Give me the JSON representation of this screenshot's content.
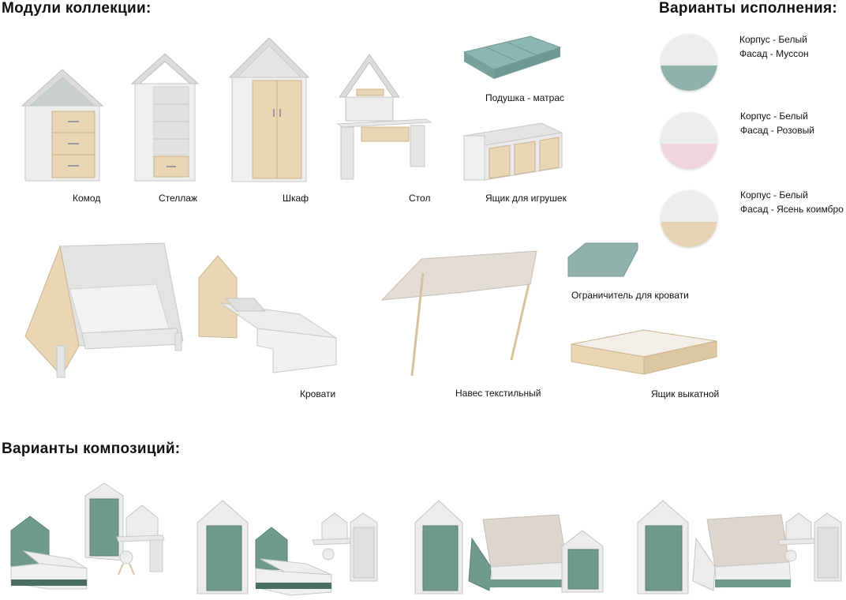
{
  "headings": {
    "modules": "Модули коллекции:",
    "variants": "Варианты исполнения:",
    "compositions": "Варианты композиций:"
  },
  "modules": {
    "komod": "Комод",
    "stellazh": "Стеллаж",
    "shkaf": "Шкаф",
    "stol": "Стол",
    "podushka": "Подушка - матрас",
    "yashchik_igrushki": "Ящик для игрушек",
    "krovati": "Кровати",
    "naves": "Навес текстильный",
    "ogranichitel": "Ограничитель для кровати",
    "yashchik_vykatnoy": "Ящик выкатной"
  },
  "variants": [
    {
      "line1": "Корпус - Белый",
      "line2": "Фасад - Муссон",
      "color": "#8fb3aa"
    },
    {
      "line1": "Корпус - Белый",
      "line2": "Фасад - Розовый",
      "color": "#f0d6dc"
    },
    {
      "line1": "Корпус - Белый",
      "line2": "Фасад - Ясень коимбро",
      "color": "#e6d4b4"
    }
  ],
  "colors": {
    "white_body": "#ececec",
    "mint": "#6f9a8e",
    "wood": "#e4d2b1",
    "fabric": "#d9d4cc",
    "cushion": "#8ab7b1"
  }
}
